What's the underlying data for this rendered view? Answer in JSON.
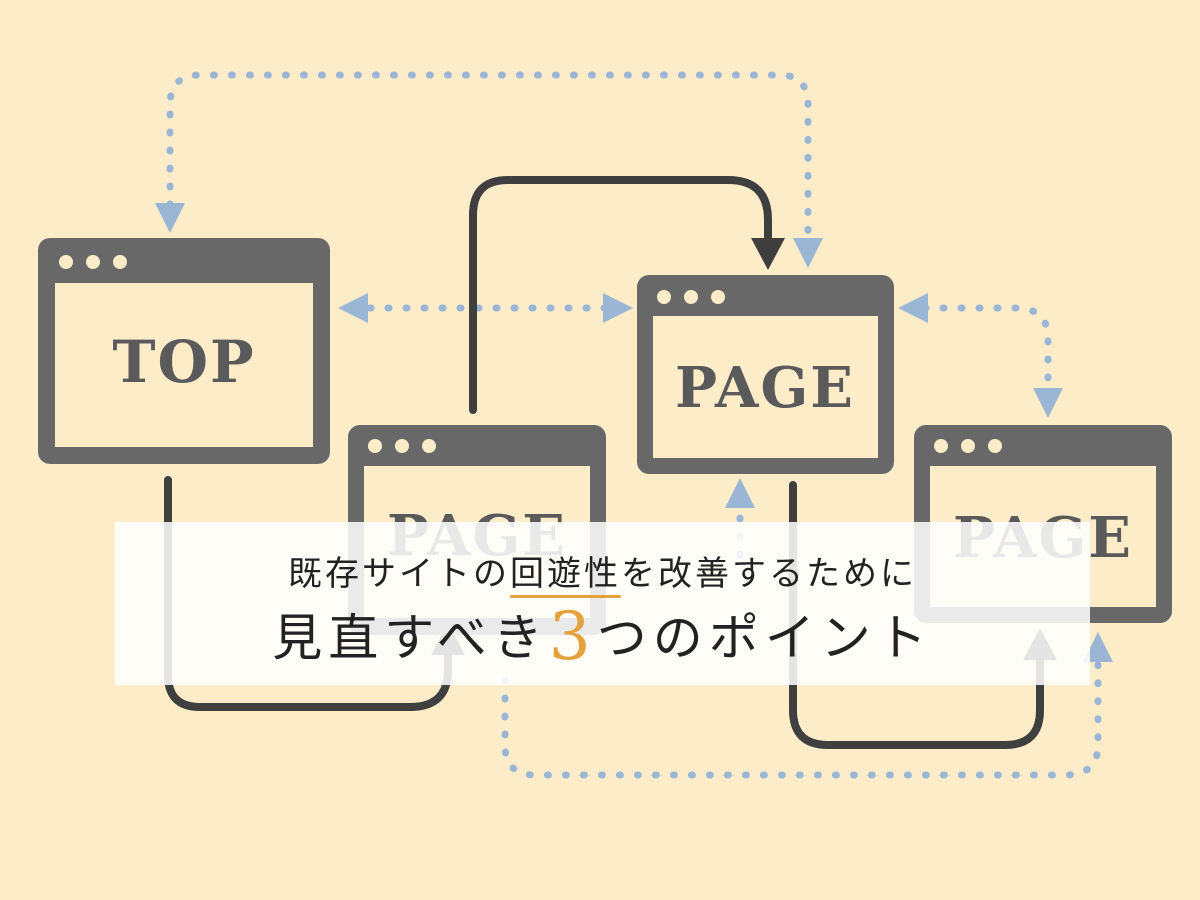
{
  "windows": {
    "top_label": "TOP",
    "page_label_1": "PAGE",
    "page_label_2": "PAGE",
    "page_label_3": "PAGE"
  },
  "banner": {
    "line1_before": "既存サイトの",
    "line1_highlight": "回遊性",
    "line1_after": "を改善するために",
    "line2_before": "見直すべき",
    "line2_number": "3",
    "line2_after": "つのポイント"
  },
  "colors": {
    "background": "#fcecc8",
    "window": "#686868",
    "solid_arrow": "#3f3f3f",
    "dotted_arrow": "#9bb6d4",
    "accent": "#e3a23a"
  }
}
